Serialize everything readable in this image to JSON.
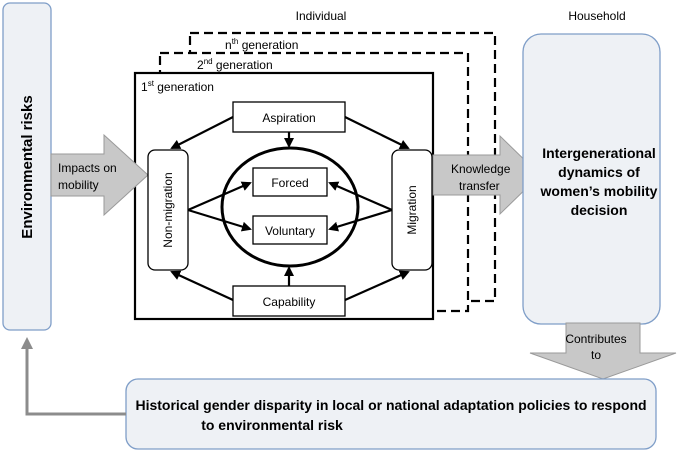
{
  "labels": {
    "individual": "Individual",
    "household": "Household",
    "nth_generation": {
      "base": "n",
      "sup": "th",
      "rest": " generation"
    },
    "second_generation": {
      "base": "2",
      "sup": "nd",
      "rest": " generation"
    },
    "first_generation": {
      "base": "1",
      "sup": "st",
      "rest": " generation"
    }
  },
  "left_box": {
    "text": "Environmental risks"
  },
  "arrows": {
    "impacts": {
      "line1": "Impacts on",
      "line2": "mobility"
    },
    "knowledge": {
      "line1": "Knowledge",
      "line2": "transfer"
    },
    "contributes": {
      "line1": "Contributes",
      "line2": "to"
    }
  },
  "nodes": {
    "aspiration": "Aspiration",
    "capability": "Capability",
    "forced": "Forced",
    "voluntary": "Voluntary",
    "non_migration": "Non-migration",
    "migration": "Migration"
  },
  "household_box": {
    "line1": "Intergenerational",
    "line2": "dynamics of",
    "line3": "women’s mobility",
    "line4": "decision"
  },
  "bottom_box": {
    "line1": "Historical gender disparity in local or national adaptation policies to respond",
    "line2": "to environmental risk"
  },
  "colors": {
    "box_fill": "#eef1f5",
    "box_stroke": "#7f9ec8",
    "arrow_fill": "#c8c8c8",
    "feedback_arrow": "#8c8c8c"
  }
}
